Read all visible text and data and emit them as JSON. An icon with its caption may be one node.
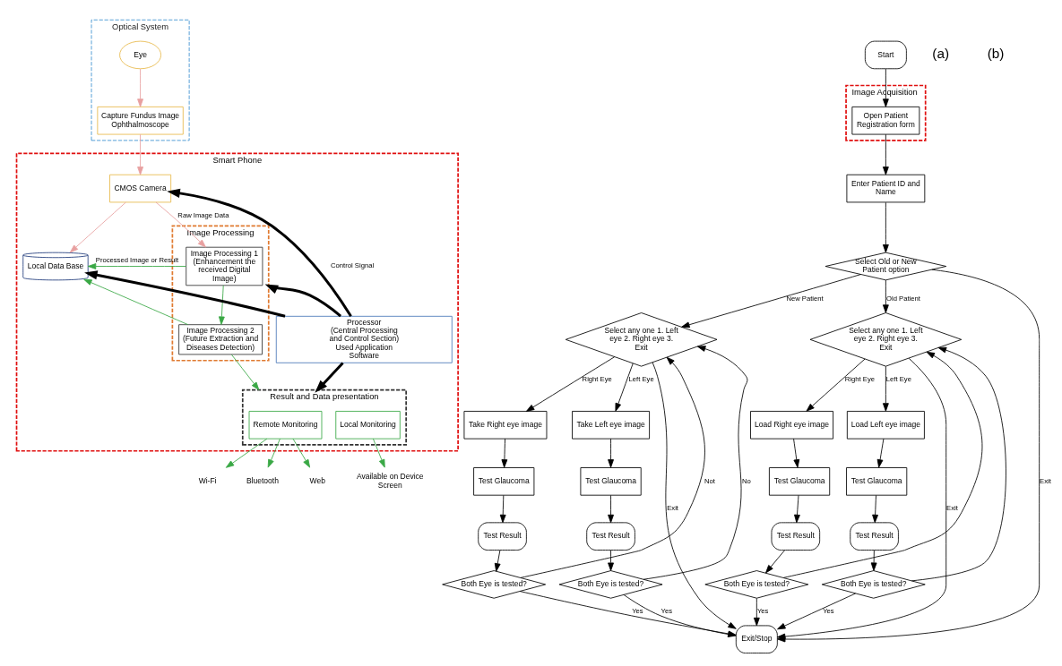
{
  "diagram": {
    "nodes": [
      {
        "text": [
          "Optical System"
        ]
      },
      {
        "text": [
          "Eye"
        ],
        "in": 0
      },
      {
        "text": [
          "Capture Fundus Image",
          "Ophthalmoscope"
        ],
        "in": 0
      },
      {
        "text": [
          "Smart Phone"
        ]
      },
      {
        "text": [
          "CMOS Camera"
        ],
        "in": 3
      },
      {
        "text": [
          "Local Data Base"
        ],
        "in": 3
      },
      {
        "text": [
          "Image Processing"
        ],
        "in": 3
      },
      {
        "text": [
          "Image Processing 1",
          "(Enhancement the received Digital Image)"
        ],
        "in": 6
      },
      {
        "text": [
          "Image Processing 2",
          "(Future Extraction and Diseases Detection)"
        ],
        "in": 6
      },
      {
        "text": [
          "Processor",
          "(Central Processing and Control Section)",
          "Used Application Software"
        ],
        "in": 3
      },
      {
        "text": [
          "Result and Data presentation"
        ],
        "in": 3
      },
      {
        "text": [
          "Remote Monitoring"
        ],
        "in": 10
      },
      {
        "text": [
          "Local Monitoring"
        ],
        "in": 10
      },
      {
        "text": [
          "Wi-Fi"
        ]
      },
      {
        "text": [
          "Bluetooth"
        ]
      },
      {
        "text": [
          "Web"
        ]
      },
      {
        "text": [
          "Available on Device Screen"
        ]
      },
      {
        "text": [
          "Start"
        ]
      },
      {
        "text": [
          "Image Acquisition"
        ]
      },
      {
        "text": [
          "Open Patient Registration form"
        ],
        "in": 18
      },
      {
        "text": [
          "Enter Patient ID and Name"
        ]
      },
      {
        "text": [
          "Select Old or New Patient option"
        ]
      },
      {
        "text": [
          "Select any one 1. Left eye 2. Right eye 3. Exit"
        ]
      },
      {
        "text": [
          "Select any one 1. Left eye 2. Right eye 3. Exit"
        ]
      },
      {
        "text": [
          "Take Right eye image"
        ]
      },
      {
        "text": [
          "Take Left eye image"
        ]
      },
      {
        "text": [
          "Load Right eye image"
        ]
      },
      {
        "text": [
          "Load Left eye image"
        ]
      },
      {
        "text": [
          "Test Glaucoma"
        ]
      },
      {
        "text": [
          "Test Glaucoma"
        ]
      },
      {
        "text": [
          "Test Glaucoma"
        ]
      },
      {
        "text": [
          "Test Glaucoma"
        ]
      },
      {
        "text": [
          "Test Result"
        ]
      },
      {
        "text": [
          "Test Result"
        ]
      },
      {
        "text": [
          "Test Result"
        ]
      },
      {
        "text": [
          "Test Result"
        ]
      },
      {
        "text": [
          "Both Eye is tested?"
        ]
      },
      {
        "text": [
          "Both Eye is tested?"
        ]
      },
      {
        "text": [
          "Both Eye is tested?"
        ]
      },
      {
        "text": [
          "Both Eye is tested?"
        ]
      },
      {
        "text": [
          "Exit/Stop"
        ]
      }
    ],
    "edges": [
      {
        "from": 1,
        "to": 2,
        "arrow": "to",
        "color": "#e8a0a0"
      },
      {
        "from": 2,
        "to": 4,
        "arrow": "to",
        "color": "#e8a0a0"
      },
      {
        "from": 4,
        "to": 5,
        "arrow": "to",
        "color": "#e8a0a0"
      },
      {
        "from": 4,
        "to": 7,
        "arrow": "to",
        "label": "Raw Image Data",
        "color": "#e8a0a0"
      },
      {
        "from": 7,
        "to": 8,
        "arrow": "to",
        "color": "#3aa845"
      },
      {
        "from": 7,
        "to": 5,
        "arrow": "to",
        "label": "Processed Image or Result",
        "color": "#3aa845"
      },
      {
        "from": 8,
        "to": 5,
        "arrow": "to",
        "color": "#3aa845"
      },
      {
        "from": 8,
        "to": 10,
        "arrow": "to",
        "color": "#3aa845"
      },
      {
        "from": 9,
        "to": 4,
        "arrow": "to",
        "label": "Control Signal",
        "style": "thick"
      },
      {
        "from": 9,
        "to": 5,
        "arrow": "to",
        "style": "thick"
      },
      {
        "from": 9,
        "to": 6,
        "arrow": "to",
        "style": "thick"
      },
      {
        "from": 9,
        "to": 10,
        "arrow": "to",
        "style": "thick"
      },
      {
        "from": 11,
        "to": 13,
        "arrow": "to",
        "color": "#3aa845"
      },
      {
        "from": 11,
        "to": 14,
        "arrow": "to",
        "color": "#3aa845"
      },
      {
        "from": 11,
        "to": 15,
        "arrow": "to",
        "color": "#3aa845"
      },
      {
        "from": 12,
        "to": 16,
        "arrow": "to",
        "color": "#3aa845"
      },
      {
        "from": 17,
        "to": 19,
        "arrow": "to",
        "color": "#000000"
      },
      {
        "from": 19,
        "to": 20,
        "arrow": "to",
        "color": "#000000"
      },
      {
        "from": 20,
        "to": 21,
        "arrow": "to",
        "color": "#000000"
      },
      {
        "from": 21,
        "to": 22,
        "arrow": "to",
        "label": "New Patient",
        "color": "#000000"
      },
      {
        "from": 21,
        "to": 23,
        "arrow": "to",
        "label": "Old Patient",
        "color": "#000000"
      },
      {
        "from": 21,
        "to": 40,
        "arrow": "to",
        "label": "Exit",
        "color": "#000000"
      },
      {
        "from": 22,
        "to": 24,
        "arrow": "to",
        "label": "Right Eye",
        "color": "#000000"
      },
      {
        "from": 22,
        "to": 25,
        "arrow": "to",
        "label": "Left Eye",
        "color": "#000000"
      },
      {
        "from": 22,
        "to": 40,
        "arrow": "to",
        "label": "Exit",
        "color": "#000000"
      },
      {
        "from": 23,
        "to": 26,
        "arrow": "to",
        "label": "Right Eye",
        "color": "#000000"
      },
      {
        "from": 23,
        "to": 27,
        "arrow": "to",
        "label": "Left Eye",
        "color": "#000000"
      },
      {
        "from": 23,
        "to": 40,
        "arrow": "to",
        "label": "Exit",
        "color": "#000000"
      },
      {
        "from": 24,
        "to": 28,
        "arrow": "to",
        "color": "#000000"
      },
      {
        "from": 25,
        "to": 29,
        "arrow": "to",
        "color": "#000000"
      },
      {
        "from": 26,
        "to": 30,
        "arrow": "to",
        "color": "#000000"
      },
      {
        "from": 27,
        "to": 31,
        "arrow": "to",
        "color": "#000000"
      },
      {
        "from": 28,
        "to": 32,
        "arrow": "to",
        "color": "#000000"
      },
      {
        "from": 29,
        "to": 33,
        "arrow": "to",
        "color": "#000000"
      },
      {
        "from": 30,
        "to": 34,
        "arrow": "to",
        "color": "#000000"
      },
      {
        "from": 31,
        "to": 35,
        "arrow": "to",
        "color": "#000000"
      },
      {
        "from": 32,
        "to": 36,
        "arrow": "to",
        "color": "#000000"
      },
      {
        "from": 33,
        "to": 37,
        "arrow": "to",
        "color": "#000000"
      },
      {
        "from": 34,
        "to": 38,
        "arrow": "to",
        "color": "#000000"
      },
      {
        "from": 35,
        "to": 39,
        "arrow": "to",
        "color": "#000000"
      },
      {
        "from": 36,
        "to": 22,
        "arrow": "to",
        "label": "Not",
        "color": "#000000"
      },
      {
        "from": 37,
        "to": 22,
        "arrow": "to",
        "label": "No",
        "color": "#000000"
      },
      {
        "from": 38,
        "to": 23,
        "arrow": "to",
        "color": "#000000"
      },
      {
        "from": 39,
        "to": 23,
        "arrow": "to",
        "color": "#000000"
      },
      {
        "from": 36,
        "to": 40,
        "arrow": "to",
        "label": "Yes",
        "color": "#000000"
      },
      {
        "from": 37,
        "to": 40,
        "arrow": "to",
        "label": "Yes",
        "color": "#000000"
      },
      {
        "from": 38,
        "to": 40,
        "arrow": "to",
        "label": "Yes",
        "color": "#000000"
      },
      {
        "from": 39,
        "to": 40,
        "arrow": "to",
        "label": "Yes",
        "color": "#000000"
      }
    ],
    "labels": [
      "(a)",
      "(b)"
    ]
  }
}
